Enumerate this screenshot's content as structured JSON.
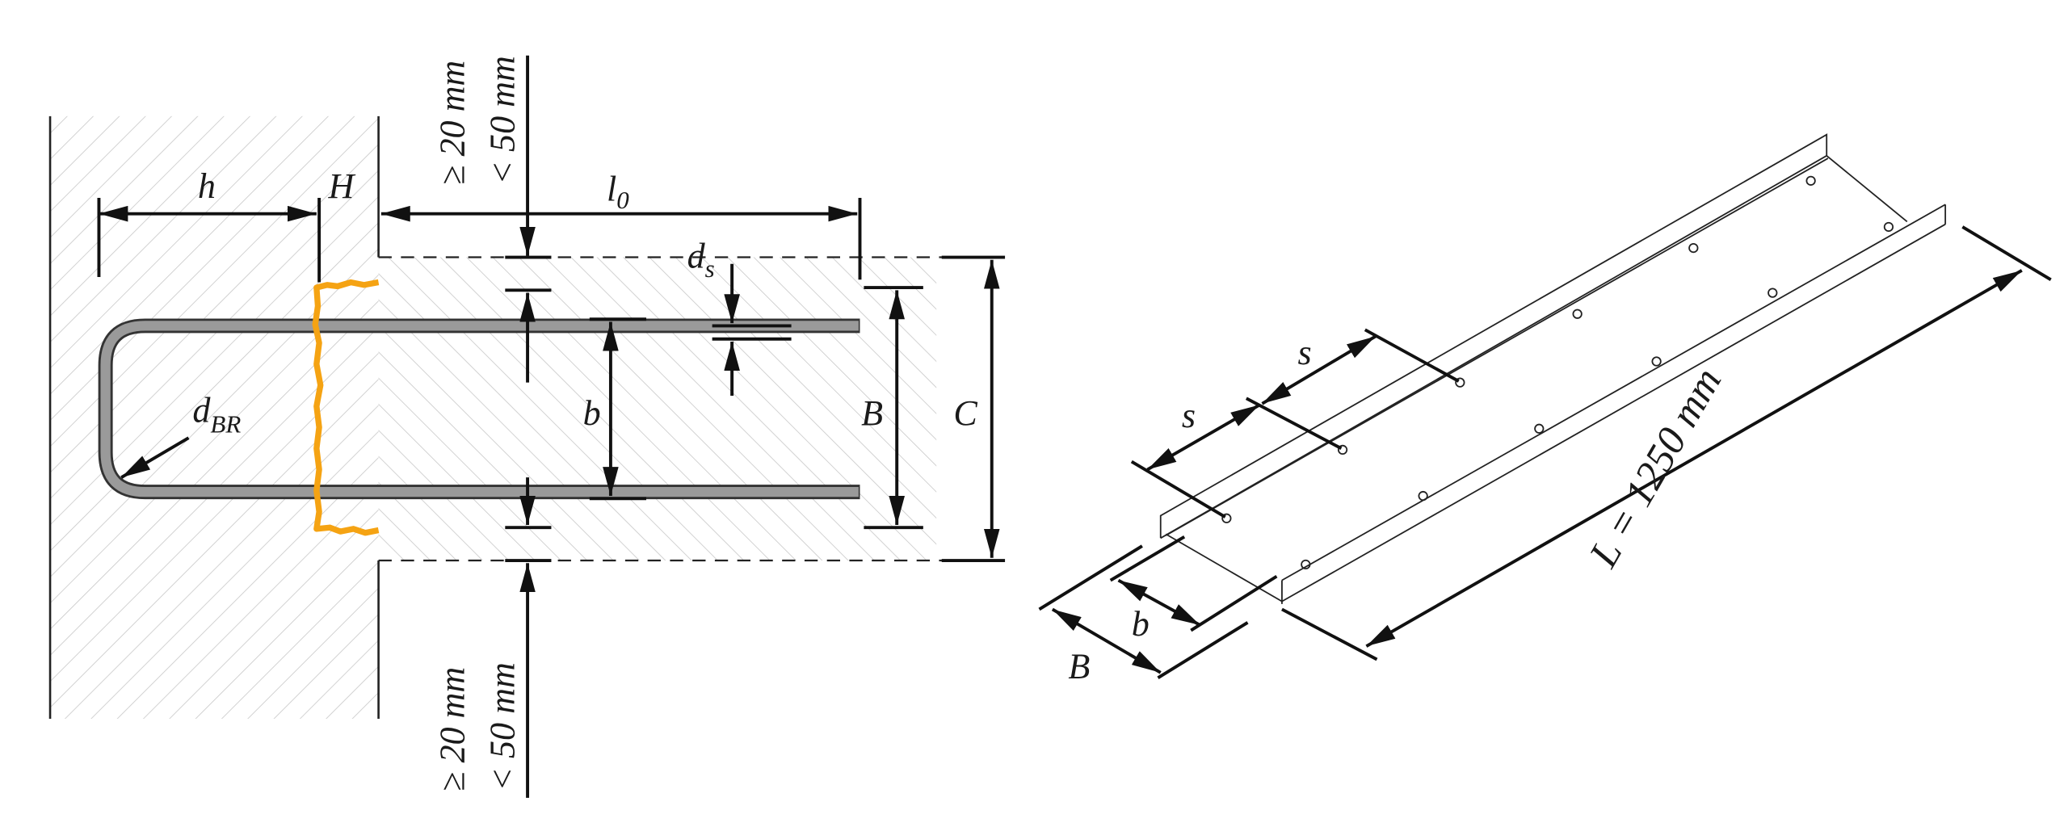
{
  "left_figure": {
    "dimensions": {
      "h": "h",
      "H": "H",
      "l0_main": "l",
      "l0_sub": "0",
      "ds_main": "d",
      "ds_sub": "s",
      "b": "b",
      "B": "B",
      "C": "C",
      "dBR_main": "d",
      "dBR_sub": "BR",
      "top_min": "≥ 20 mm",
      "top_max": "< 50 mm",
      "bottom_min": "≥ 20 mm",
      "bottom_max": "< 50 mm"
    },
    "colors": {
      "crack": "#F5A313",
      "rebar": "#9a9a9a",
      "hatch": "#c8c8c8"
    }
  },
  "right_figure": {
    "dimensions": {
      "s1": "s",
      "s2": "s",
      "b": "b",
      "B": "B",
      "L": "L = 1250 mm"
    }
  }
}
